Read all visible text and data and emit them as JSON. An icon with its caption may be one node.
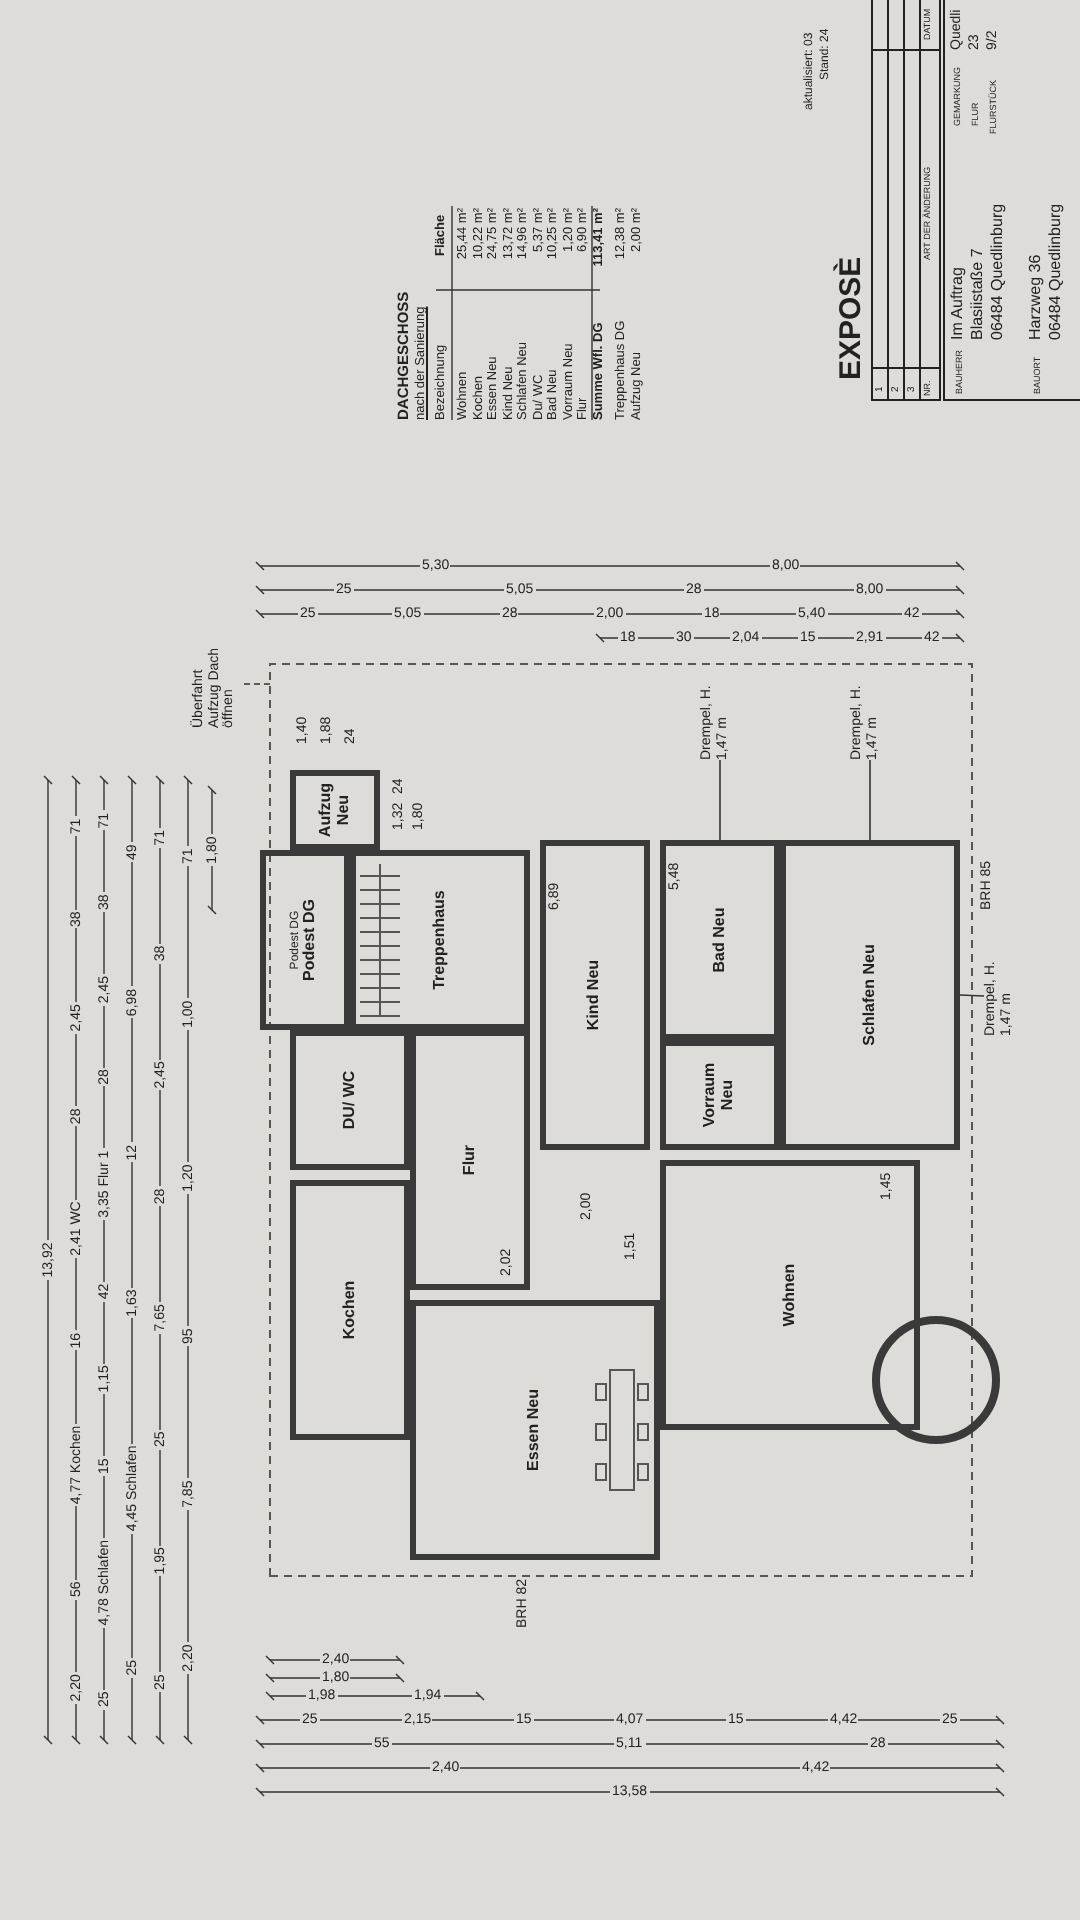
{
  "diagram": {
    "nodes": [
      {
        "text": [
          "Essen Neu"
        ]
      },
      {
        "text": [
          "Kochen"
        ]
      },
      {
        "text": [
          "Wohnen"
        ]
      },
      {
        "text": [
          "Flur"
        ]
      },
      {
        "text": [
          "DU/ WC"
        ]
      },
      {
        "text": [
          "Treppenhaus"
        ]
      },
      {
        "text": [
          "Podest DG",
          "Podest DG"
        ]
      },
      {
        "text": [
          "Aufzug Neu"
        ]
      },
      {
        "text": [
          "Kind Neu"
        ]
      },
      {
        "text": [
          "Bad Neu"
        ]
      },
      {
        "text": [
          "Vorraum Neu"
        ]
      },
      {
        "text": [
          "Schlafen Neu"
        ]
      },
      {
        "text": [
          "Drempel, H. 1,47 m"
        ]
      },
      {
        "text": [
          "Drempel, H. 1,47 m"
        ]
      },
      {
        "text": [
          "Drempel, H. 1,47 m"
        ]
      },
      {
        "text": [
          "Überfahrt Aufzug Dach öffnen"
        ]
      }
    ],
    "edges": [
      {
        "from": 12,
        "to": 9,
        "arrow": "none"
      },
      {
        "from": 13,
        "to": 11,
        "arrow": "none"
      },
      {
        "from": 14,
        "to": 11,
        "arrow": "none"
      },
      {
        "from": 15,
        "to": null,
        "arrow": "none",
        "style": "dashed"
      }
    ],
    "labels": [
      "13,92",
      "2,20",
      "56",
      "4,77 Kochen",
      "16",
      "2,41 WC",
      "28",
      "2,45",
      "38",
      "71",
      "25",
      "4,78 Schlafen",
      "15",
      "1,15",
      "42",
      "3,35 Flur 1",
      "28",
      "2,45",
      "38",
      "71",
      "25",
      "4,45 Schlafen",
      "1,63",
      "12",
      "6,98",
      "49",
      "25",
      "1,95",
      "25",
      "7,65",
      "28",
      "2,45",
      "38",
      "71",
      "2,20",
      "7,85",
      "95",
      "1,20",
      "1,00",
      "71",
      "1,80",
      "5,30",
      "8,00",
      "25",
      "5,05",
      "28",
      "8,00",
      "25",
      "5,05",
      "28",
      "2,00",
      "18",
      "5,40",
      "42",
      "18",
      "30",
      "2,04",
      "15",
      "2,91",
      "42",
      "2,40",
      "1,80",
      "1,98",
      "1,94",
      "25",
      "2,15",
      "15",
      "4,07",
      "15",
      "4,42",
      "25",
      "55",
      "5,11",
      "28",
      "2,40",
      "4,42",
      "13,58",
      "1,40",
      "1,88",
      "24",
      "1,32",
      "24",
      "1,80",
      "6,89",
      "5,48",
      "2,02",
      "2,00",
      "1,51",
      "1,45",
      "BRH 85",
      "BRH 82",
      "DACHGESCHOSS",
      "nach der Sanierung",
      "Bezeichnung",
      "Fläche",
      "Wohnen",
      "25,44 m²",
      "Kochen",
      "10,22 m²",
      "Essen Neu",
      "24,75 m²",
      "Kind Neu",
      "13,72 m²",
      "Schlafen Neu",
      "14,96 m²",
      "Du/ WC",
      "5,37 m²",
      "Bad Neu",
      "10,25 m²",
      "Vorraum Neu",
      "1,20 m²",
      "Flur",
      "6,90 m²",
      "Summe Wfl. DG",
      "113,41 m²",
      "Treppenhaus DG",
      "12,38 m²",
      "Aufzug Neu",
      "2,00 m²",
      "EXPOSÈ",
      "1",
      "2",
      "3",
      "NR.",
      "ART DER ÄNDERUNG",
      "DATUM",
      "BAUHERR",
      "Im Auftrag",
      "Blasiistaße 7",
      "06484 Quedlinburg",
      "BAUORT",
      "Harzweg 36",
      "06484 Quedlinburg",
      "aktualisiert: 03",
      "Stand: 24",
      "GEMARKUNG",
      "Quedli",
      "FLUR",
      "23",
      "FLURSTÜCK",
      "9/2"
    ]
  }
}
